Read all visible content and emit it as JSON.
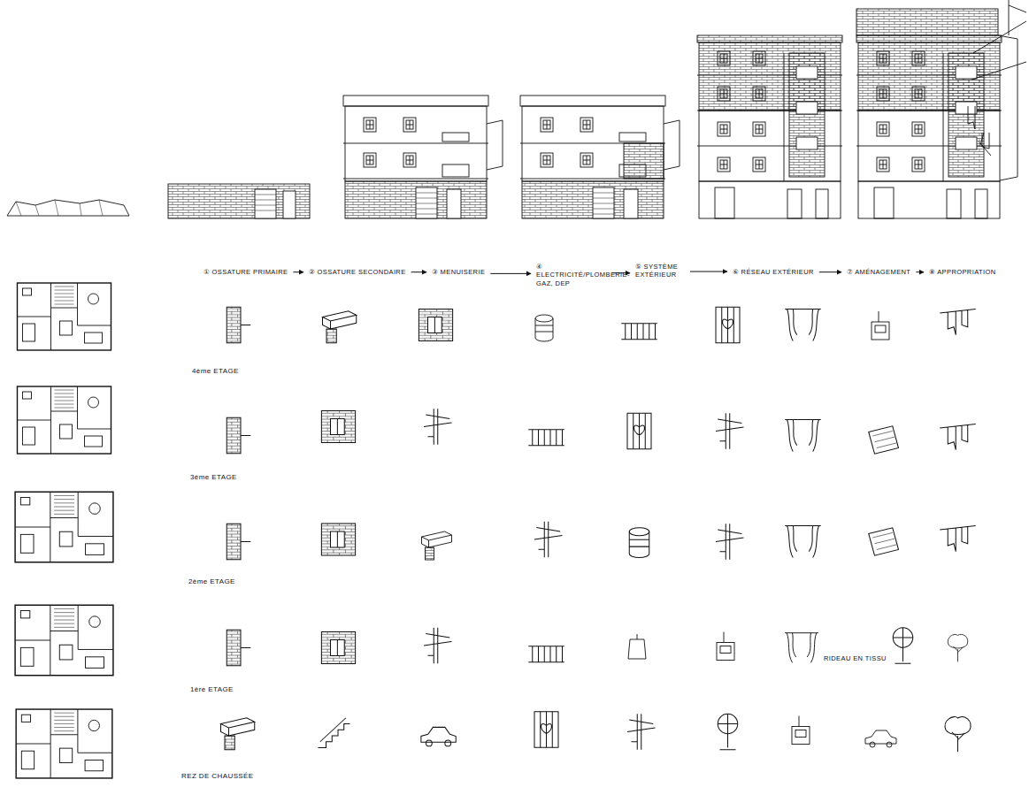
{
  "diagram": {
    "nodes": [
      {
        "text": [
          "① OSSATURE PRIMAIRE"
        ]
      },
      {
        "text": [
          "② OSSATURE SECONDAIRE"
        ]
      },
      {
        "text": [
          "③ MENUISERIE"
        ]
      },
      {
        "text": [
          "④ ELECTRICITÉ/PLOMBERIE-GAZ, DEP"
        ]
      },
      {
        "text": [
          "⑤ SYSTÈME EXTÉRIEUR"
        ]
      },
      {
        "text": [
          "⑥ RÉSEAU EXTÉRIEUR"
        ]
      },
      {
        "text": [
          "⑦ AMÉNAGEMENT"
        ]
      },
      {
        "text": [
          "⑧ APPROPRIATION"
        ]
      }
    ],
    "edges": [
      {
        "from": 0,
        "to": 1,
        "arrow": "to"
      },
      {
        "from": 1,
        "to": 2,
        "arrow": "to"
      },
      {
        "from": 2,
        "to": 3,
        "arrow": "to"
      },
      {
        "from": 3,
        "to": 4,
        "arrow": "to"
      },
      {
        "from": 4,
        "to": 5,
        "arrow": "to"
      },
      {
        "from": 5,
        "to": 6,
        "arrow": "to"
      },
      {
        "from": 6,
        "to": 7,
        "arrow": "to"
      }
    ],
    "labels": [
      "4ème ETAGE",
      "3ème ETAGE",
      "2ème ETAGE",
      "1ère ETAGE",
      "REZ DE CHAUSSÉE",
      "RIDEAU EN TISSU"
    ]
  }
}
